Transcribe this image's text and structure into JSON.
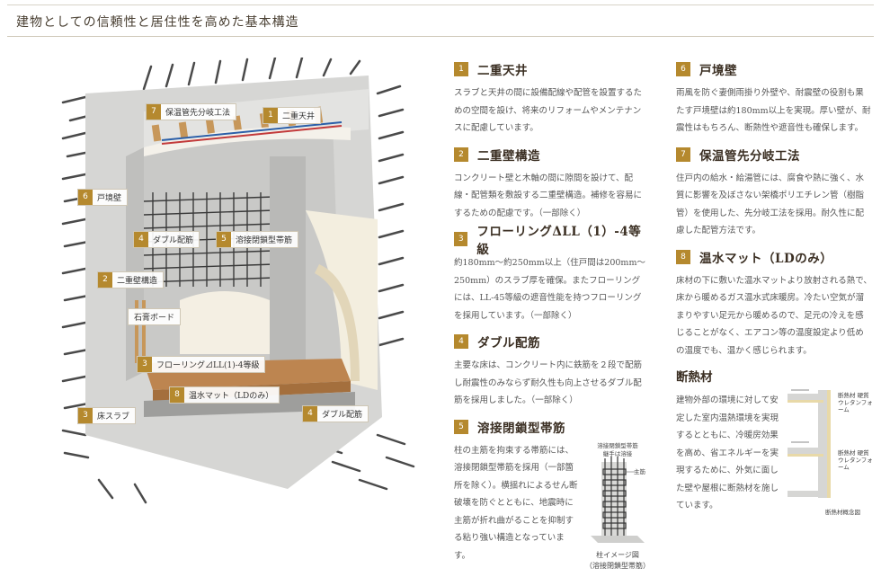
{
  "header": {
    "title": "建物としての信頼性と居住性を高めた基本構造"
  },
  "illustration": {
    "labels": [
      {
        "num": "7",
        "text": "保温管先分岐工法"
      },
      {
        "num": "1",
        "text": "二重天井"
      },
      {
        "num": "6",
        "text": "戸境壁"
      },
      {
        "num": "4",
        "text": "ダブル配筋"
      },
      {
        "num": "5",
        "text": "溶接閉鎖型帯筋"
      },
      {
        "num": "2",
        "text": "二重壁構造"
      },
      {
        "num": "",
        "text": "石膏ボード"
      },
      {
        "num": "3",
        "text": "フローリング⊿LL(1)-4等級"
      },
      {
        "num": "8",
        "text": "温水マット（LDのみ）"
      },
      {
        "num": "3",
        "text": "床スラブ"
      },
      {
        "num": "4",
        "text": "ダブル配筋"
      }
    ]
  },
  "sections": {
    "s1": {
      "num": "1",
      "title": "二重天井",
      "body": "スラブと天井の間に設備配線や配管を設置するための空間を設け、将来のリフォームやメンテナンスに配慮しています。"
    },
    "s2": {
      "num": "2",
      "title": "二重壁構造",
      "body": "コンクリート壁と木軸の間に隙間を設けて、配線・配管類を敷設する二重壁構造。補修を容易にするための配慮です。（一部除く）"
    },
    "s3": {
      "num": "3",
      "title": "フローリングΔLL（1）-4等級",
      "body": "約180mm～約250mm以上（住戸間は200mm～250mm）のスラブ厚を確保。またフローリングには、LL-45等級の遮音性能を持つフローリングを採用しています。（一部除く）"
    },
    "s4": {
      "num": "4",
      "title": "ダブル配筋",
      "body": "主要な床は、コンクリート内に鉄筋を２段で配筋し耐震性のみならず耐久性も向上させるダブル配筋を採用しました。（一部除く）"
    },
    "s5": {
      "num": "5",
      "title": "溶接閉鎖型帯筋",
      "body": "柱の主筋を拘束する帯筋には、溶接閉鎖型帯筋を採用（一部箇所を除く）。横揺れによるせん断破壊を防ぐとともに、地震時に主筋が折れ曲がることを抑制する粘り強い構造となっています。",
      "fig_label1": "溶接閉鎖型帯筋",
      "fig_label2": "継手は溶接",
      "fig_label3": "主筋",
      "fig_caption1": "柱イメージ図",
      "fig_caption2": "（溶接閉鎖型帯筋）"
    },
    "s6": {
      "num": "6",
      "title": "戸境壁",
      "body": "雨風を防ぐ妻側雨掛り外壁や、耐震壁の役割も果たす戸境壁は約180mm以上を実現。厚い壁が、耐震性はもちろん、断熱性や遮音性も確保します。"
    },
    "s7": {
      "num": "7",
      "title": "保温管先分岐工法",
      "body": "住戸内の給水・給湯管には、腐食や熱に強く、水質に影響を及ぼさない架橋ポリエチレン管（樹脂管）を使用した、先分岐工法を採用。耐久性に配慮した配管方法です。"
    },
    "s8": {
      "num": "8",
      "title": "温水マット（LDのみ）",
      "body": "床材の下に敷いた温水マットより放射される熱で、床から暖めるガス温水式床暖房。冷たい空気が溜まりやすい足元から暖めるので、足元の冷えを感じることがなく、エアコン等の温度設定より低めの温度でも、温かく感じられます。"
    },
    "ins": {
      "title": "断熱材",
      "body": "建物外部の環境に対して安定した室内温熱環境を実現するとともに、冷暖房効果を高め、省エネルギーを実現するために、外気に面した壁や屋根に断熱材を施しています。",
      "fig_label1": "断熱材 硬質ウレタンフォーム",
      "fig_label2": "断熱材 硬質ウレタンフォーム",
      "fig_caption": "断熱材概念図"
    }
  },
  "colors": {
    "accent": "#b5892e",
    "header_text": "#4a4033",
    "body_text": "#555555"
  }
}
